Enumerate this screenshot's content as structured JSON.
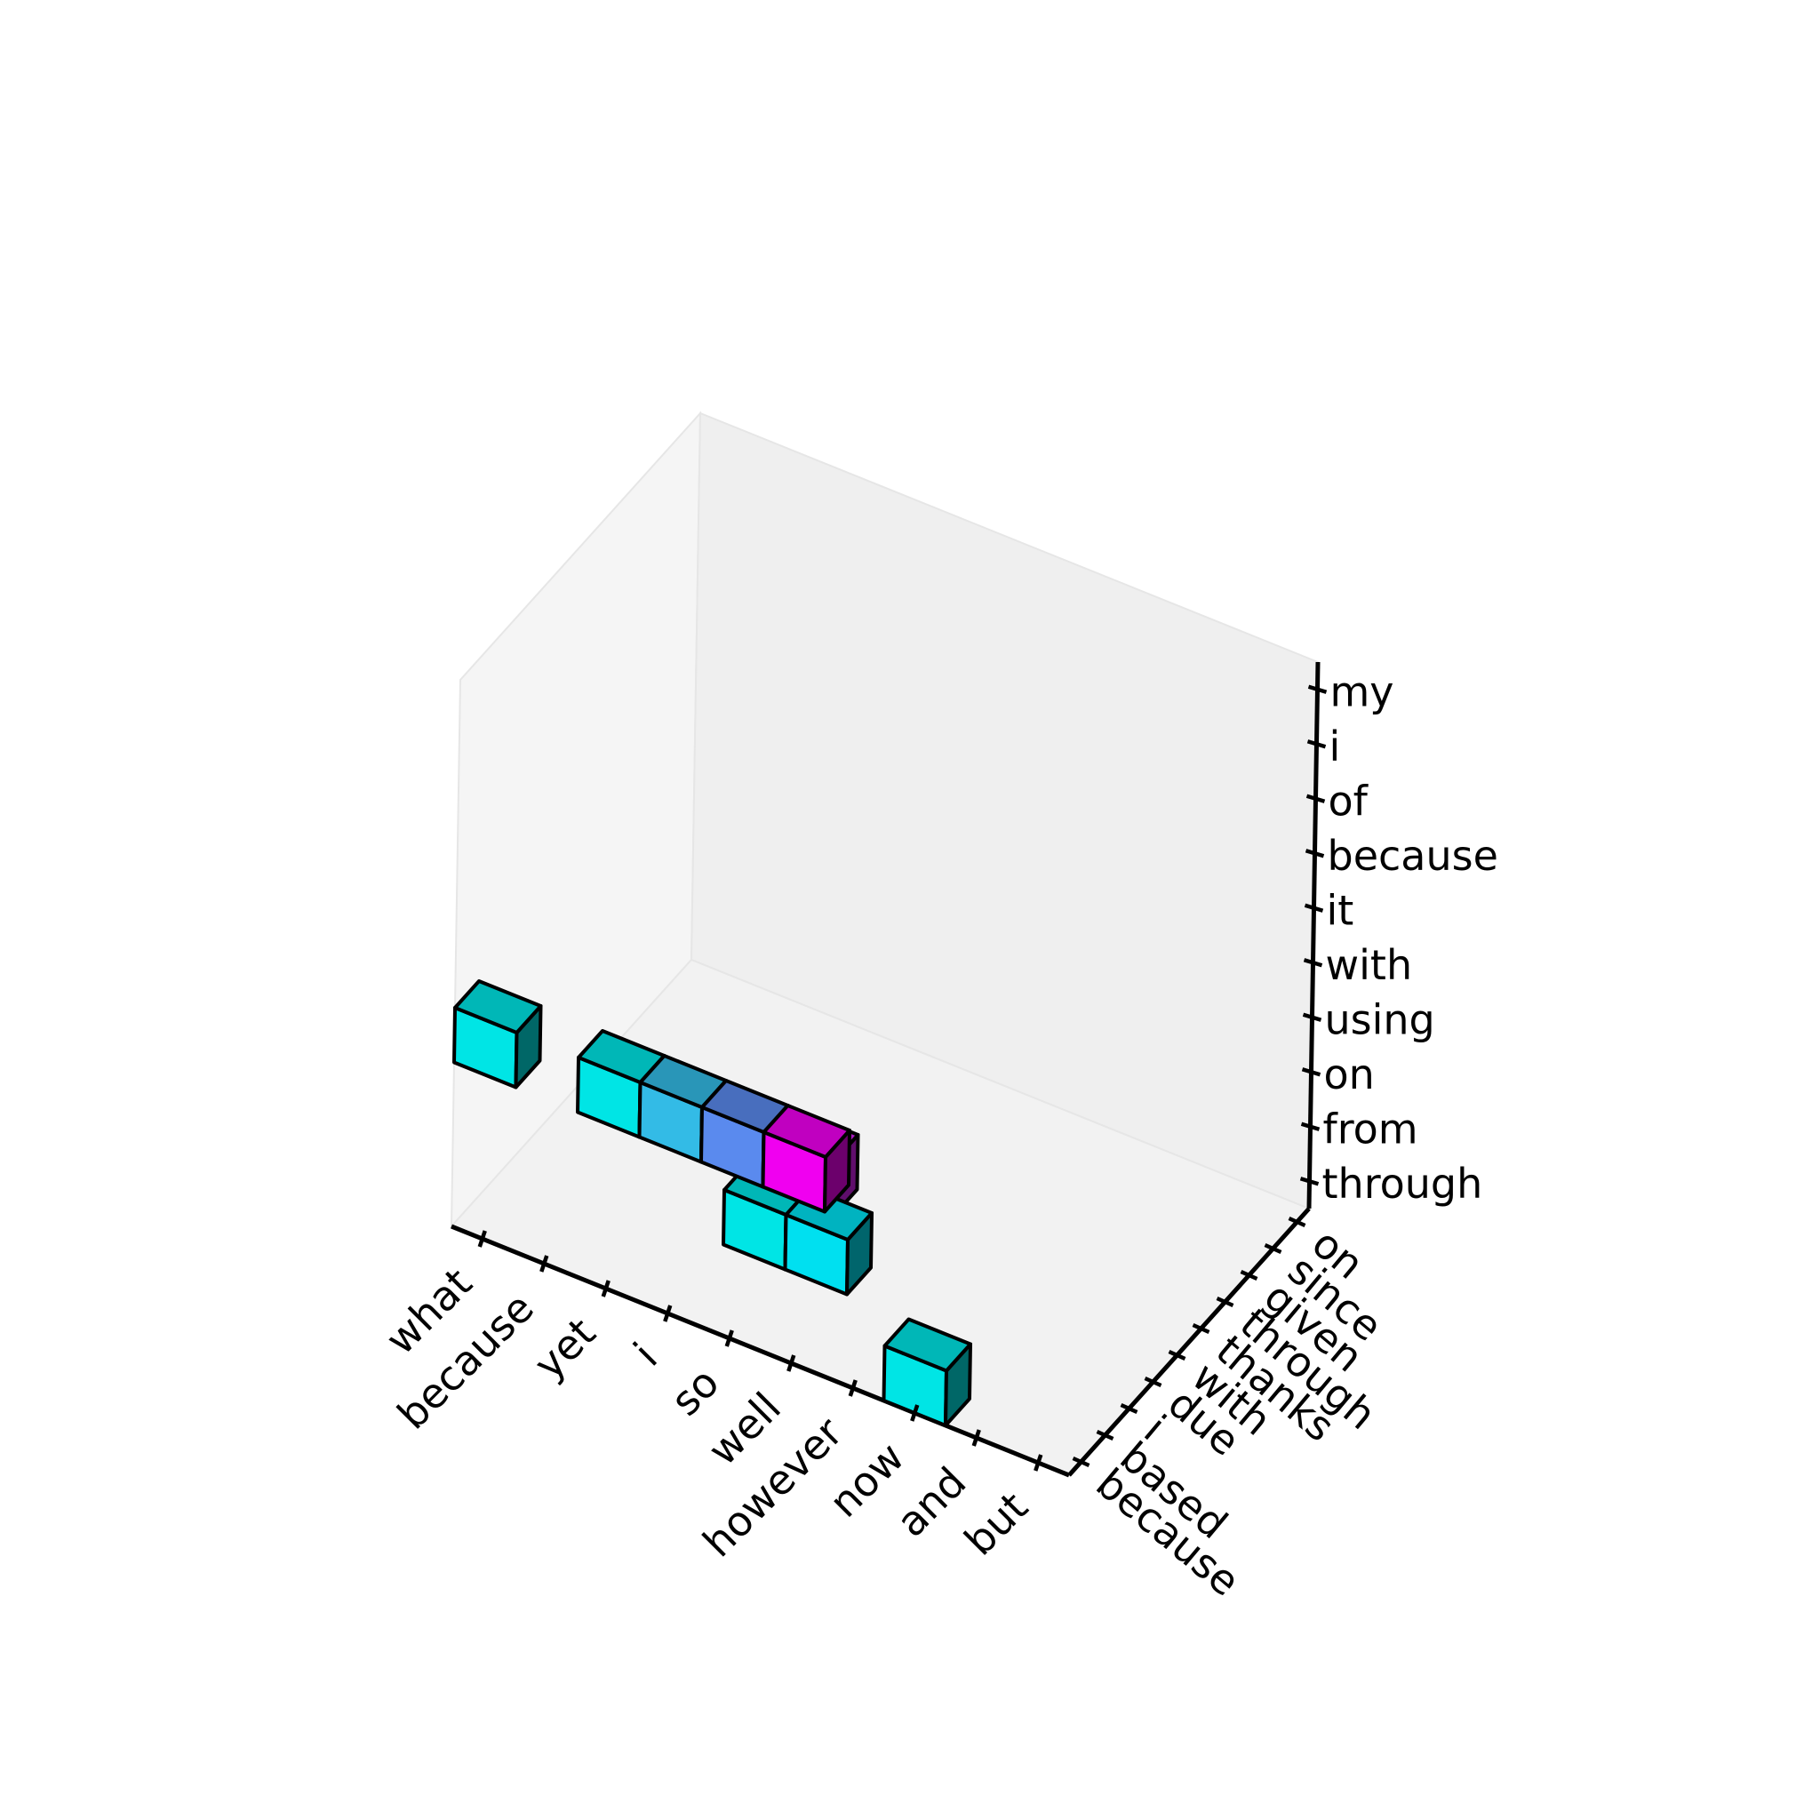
{
  "chart_data": {
    "type": "voxel3d",
    "x_axis": {
      "tick_labels": [
        "what",
        "because",
        "yet",
        "i",
        "so",
        "well",
        "however",
        "now",
        "and",
        "but"
      ]
    },
    "y_axis": {
      "tick_labels": [
        "because",
        "based",
        "i",
        "due",
        "with",
        "thanks",
        "through",
        "given",
        "since",
        "on"
      ]
    },
    "z_axis": {
      "tick_labels": [
        "through",
        "from",
        "on",
        "using",
        "with",
        "it",
        "because",
        "of",
        "i",
        "my"
      ]
    },
    "voxels": [
      {
        "x": "what",
        "y": "because",
        "z": "using",
        "color": "#00e5e5"
      },
      {
        "x": "yet",
        "y": "because",
        "z": "using",
        "color": "#00e5e5"
      },
      {
        "x": "i",
        "y": "because",
        "z": "using",
        "color": "#33bbe6"
      },
      {
        "x": "so",
        "y": "because",
        "z": "using",
        "color": "#5a8aee"
      },
      {
        "x": "well",
        "y": "because",
        "z": "using",
        "color": "#f000f0"
      },
      {
        "x": "well",
        "y": "based",
        "z": "from",
        "color": "#00e0f0"
      },
      {
        "x": "so",
        "y": "based",
        "z": "from",
        "color": "#00e5e5"
      },
      {
        "x": "so",
        "y": "i",
        "z": "from",
        "color": "#22ccee"
      },
      {
        "x": "so",
        "y": "due",
        "z": "from",
        "color": "#d51ff0"
      },
      {
        "x": "now",
        "y": "because",
        "z": "through",
        "color": "#00e5e5"
      }
    ],
    "colors": {
      "pane_left": "#f5f5f5",
      "pane_back": "#efefef",
      "pane_floor": "#f2f2f2",
      "edge": "#000000"
    }
  }
}
